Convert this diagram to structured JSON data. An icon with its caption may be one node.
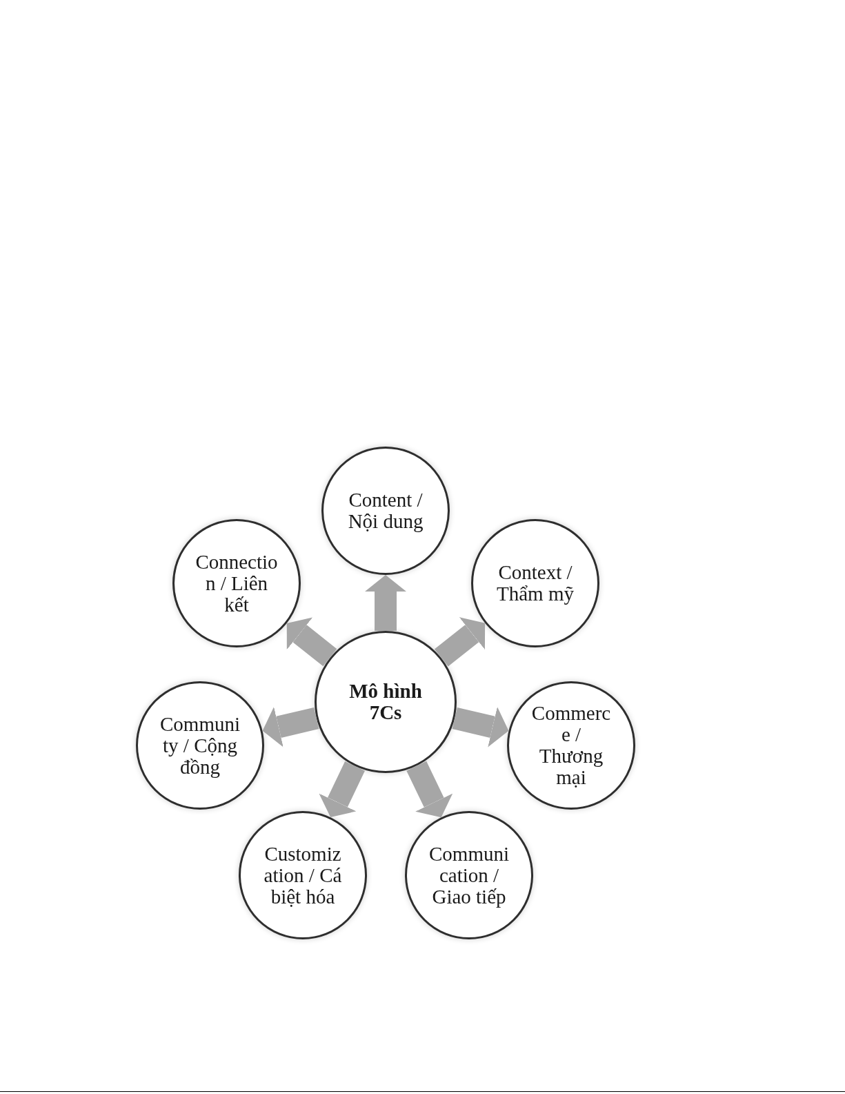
{
  "diagram": {
    "nodes": [
      {
        "text": [
          "Mô hình 7Cs"
        ]
      },
      {
        "text": [
          "Content / Nội dung"
        ]
      },
      {
        "text": [
          "Context / Thẩm mỹ"
        ]
      },
      {
        "text": [
          "Commerc e / Thương mại"
        ]
      },
      {
        "text": [
          "Communi cation / Giao tiếp"
        ]
      },
      {
        "text": [
          "Customiz ation / Cá biệt hóa"
        ]
      },
      {
        "text": [
          "Communi ty / Cộng đồng"
        ]
      },
      {
        "text": [
          "Connectio n / Liên kết"
        ]
      }
    ],
    "edges": [
      {
        "from": 0,
        "to": 1,
        "arrow": "to"
      },
      {
        "from": 0,
        "to": 2,
        "arrow": "to"
      },
      {
        "from": 0,
        "to": 3,
        "arrow": "to"
      },
      {
        "from": 0,
        "to": 4,
        "arrow": "to"
      },
      {
        "from": 0,
        "to": 5,
        "arrow": "to"
      },
      {
        "from": 0,
        "to": 6,
        "arrow": "to"
      },
      {
        "from": 0,
        "to": 7,
        "arrow": "to"
      }
    ]
  }
}
